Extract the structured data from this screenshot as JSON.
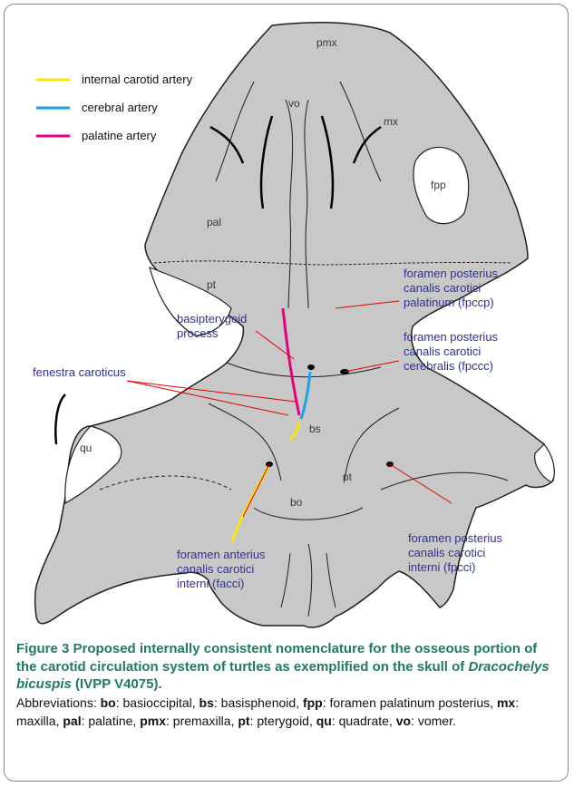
{
  "legend": {
    "items": [
      {
        "label": "internal carotid artery",
        "color": "#ffe600"
      },
      {
        "label": "cerebral artery",
        "color": "#1aa3e8"
      },
      {
        "label": "palatine artery",
        "color": "#e6007e"
      }
    ]
  },
  "structures": {
    "pmx": "pmx",
    "vo": "vo",
    "mx": "mx",
    "fpp": "fpp",
    "pal": "pal",
    "pt_left": "pt",
    "pt_right": "pt",
    "bs": "bs",
    "bo": "bo",
    "qu": "qu"
  },
  "annotations": {
    "fpccp": [
      "foramen posterius",
      "canalis carotici",
      "palatinum (fpccp)"
    ],
    "fpccc": [
      "foramen posterius",
      "canalis carotici",
      "cerebralis (fpccc)"
    ],
    "basipterygoid": [
      "basipterygoid",
      "process"
    ],
    "fenestra": [
      "fenestra caroticus"
    ],
    "fpcci": [
      "foramen posterius",
      "canalis carotici",
      "interni (fpcci)"
    ],
    "facci": [
      "foramen anterius",
      "canalis carotici",
      "interni (facci)"
    ]
  },
  "caption": {
    "figure_number": "Figure 3",
    "title_before_species": " Proposed internally consistent nomenclature for the osseous portion of the carotid circulation system of turtles as exemplified on the skull of ",
    "species": "Dracochelys bicuspis",
    "title_after_species": " (IVPP V4075).",
    "abbreviations_lead": "Abbreviations: ",
    "abbreviations": [
      {
        "code": "bo",
        "meaning": "basioccipital"
      },
      {
        "code": "bs",
        "meaning": "basisphenoid"
      },
      {
        "code": "fpp",
        "meaning": "foramen palatinum posterius"
      },
      {
        "code": "mx",
        "meaning": "maxilla"
      },
      {
        "code": "pal",
        "meaning": "palatine"
      },
      {
        "code": "pmx",
        "meaning": "premaxilla"
      },
      {
        "code": "pt",
        "meaning": "pterygoid"
      },
      {
        "code": "qu",
        "meaning": "quadrate"
      },
      {
        "code": "vo",
        "meaning": "vomer"
      }
    ]
  }
}
